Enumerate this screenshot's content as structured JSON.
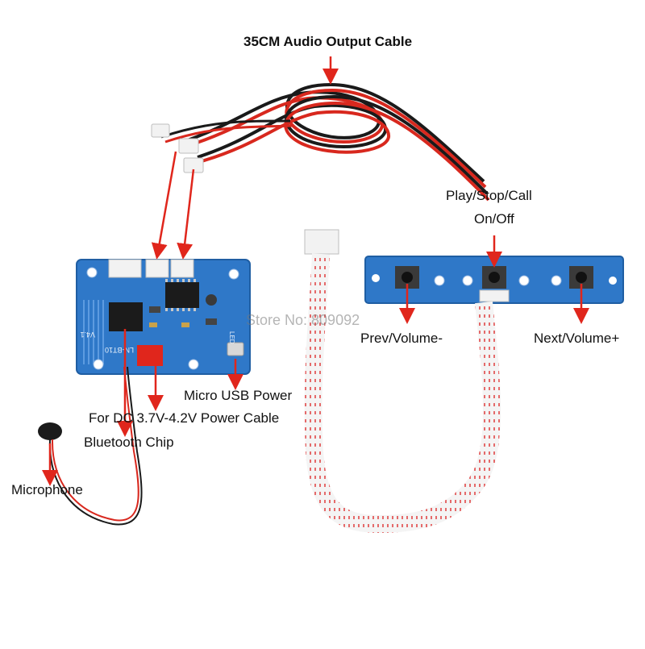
{
  "labels": {
    "audio_cable": "35CM Audio Output Cable",
    "play_stop_call": "Play/Stop/Call",
    "on_off": "On/Off",
    "prev_volume": "Prev/Volume-",
    "next_volume": "Next/Volume+",
    "micro_usb": "Micro USB Power",
    "dc_power": "For DC 3.7V-4.2V Power Cable",
    "bluetooth_chip": "Bluetooth Chip",
    "microphone": "Microphone"
  },
  "watermark": "Store No: 809092",
  "board_text": {
    "main_board_model": "LN-BT10",
    "main_board_version": "V4.1",
    "led_mark": "LED"
  },
  "colors": {
    "pcb_blue": "#2f78c8",
    "annotation_red": "#e0261c",
    "wire_black": "#1a1a1a",
    "wire_red": "#d8281e",
    "connector_white": "#f2f2f2"
  }
}
